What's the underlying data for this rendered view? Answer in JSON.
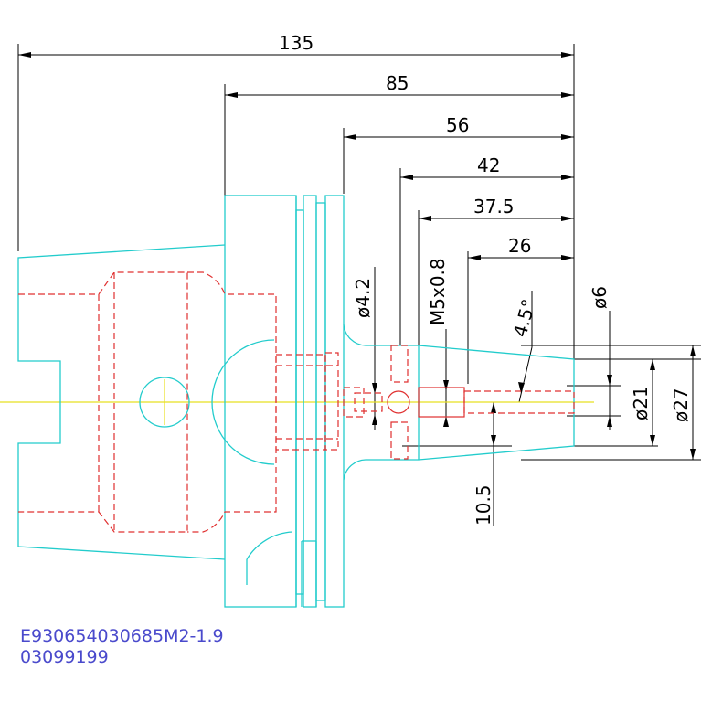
{
  "dimensions": {
    "d135": "135",
    "d85": "85",
    "d56": "56",
    "d42": "42",
    "d37_5": "37.5",
    "d26": "26",
    "dia4_2": "ø4.2",
    "thread": "M5x0.8",
    "angle": "4.5°",
    "dia6": "ø6",
    "dia21": "ø21",
    "dia27": "ø27",
    "d10_5": "10.5"
  },
  "part_info": {
    "part_number": "E930654030685M2-1.9",
    "code": "03099199"
  },
  "colors": {
    "outline": "#22cccc",
    "hidden": "#e03030",
    "centerline": "#e8e020",
    "dimension": "#000000",
    "label": "#4a4acc"
  }
}
